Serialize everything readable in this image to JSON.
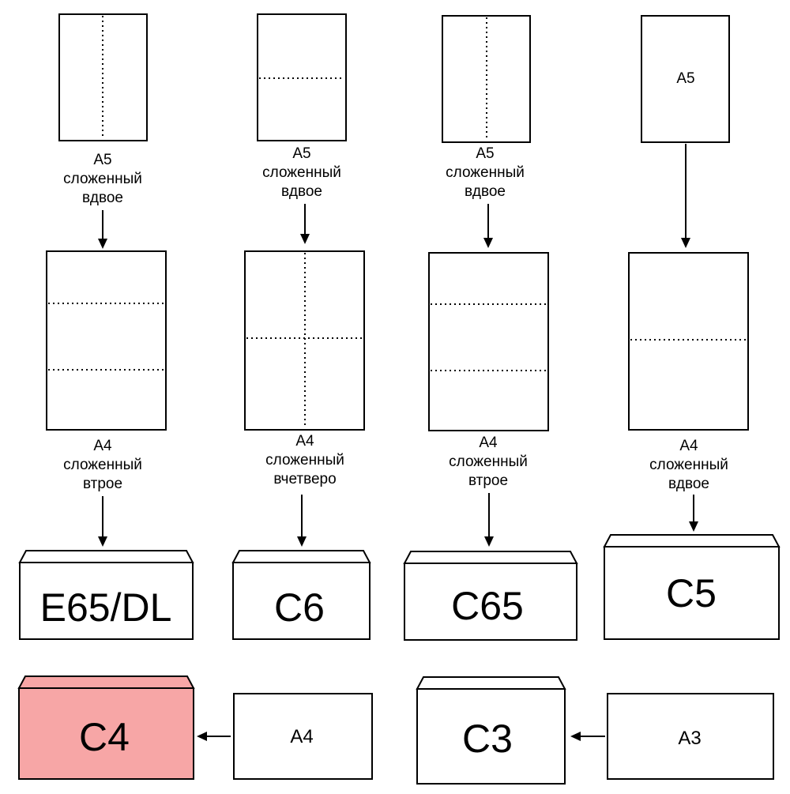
{
  "colors": {
    "c4_envelope_fill": "#f7a6a6",
    "stroke": "#000000",
    "background": "#ffffff"
  },
  "columns": [
    {
      "a5": {
        "label": "A5",
        "caption": [
          "A5",
          "сложенный",
          "вдвое"
        ]
      },
      "a4": {
        "caption": [
          "A4",
          "сложенный",
          "втрое"
        ]
      },
      "envelope": "E65/DL"
    },
    {
      "a5": {
        "label": "A5",
        "caption": [
          "A5",
          "сложенный",
          "вдвое"
        ]
      },
      "a4": {
        "caption": [
          "A4",
          "сложенный",
          "вчетверо"
        ]
      },
      "envelope": "C6"
    },
    {
      "a5": {
        "label": "A5",
        "caption": [
          "A5",
          "сложенный",
          "вдвое"
        ]
      },
      "a4": {
        "caption": [
          "A4",
          "сложенный",
          "втрое"
        ]
      },
      "envelope": "C65"
    },
    {
      "a5": {
        "label": "A5",
        "caption": []
      },
      "a4": {
        "caption": [
          "A4",
          "сложенный",
          "вдвое"
        ]
      },
      "envelope": "C5"
    }
  ],
  "bottom": {
    "c4_envelope": "C4",
    "a4_sheet": "A4",
    "c3_envelope": "C3",
    "a3_sheet": "A3"
  }
}
